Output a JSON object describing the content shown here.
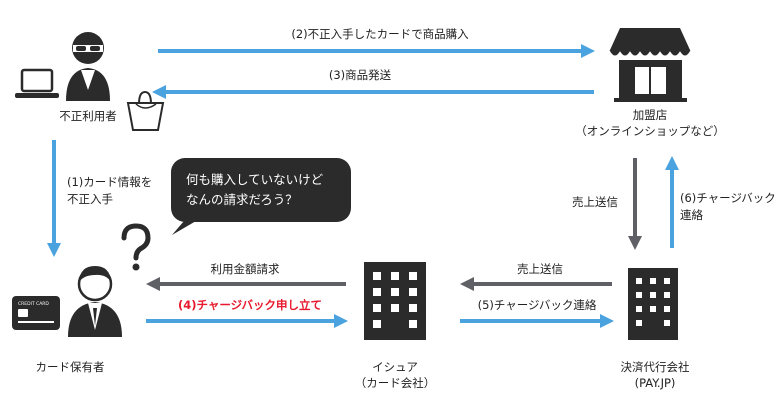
{
  "colors": {
    "blue": "#4aa3df",
    "gray": "#5f5f66",
    "red": "#e8192c",
    "dark": "#2b2b2b"
  },
  "icons": [
    "laptop-icon",
    "thief-icon",
    "shopping-bag-icon",
    "shop-icon",
    "question-mark-icon",
    "credit-card-icon",
    "cardholder-icon",
    "building-icon",
    "office-icon"
  ],
  "actors": {
    "fraudster": "不正利用者",
    "merchant": [
      "加盟店",
      "（オンラインショップなど）"
    ],
    "cardholder": "カード保有者",
    "issuer": [
      "イシュア",
      "（カード会社）"
    ],
    "processor": [
      "決済代行会社",
      "(PAY.JP)"
    ]
  },
  "card_text": "CREDIT CARD",
  "bubble": [
    "何も購入していないけど",
    "なんの請求だろう？"
  ],
  "flows": {
    "f2": "(2)不正入手したカードで商品購入",
    "f3": "(3)商品発送",
    "f1": [
      "(1)カード情報を",
      "不正入手"
    ],
    "sales_down": "売上送信",
    "f6": [
      "(6)チャージバック",
      "連絡"
    ],
    "billing": "利用金額請求",
    "f4": "(4)チャージバック申し立て",
    "sales_left": "売上送信",
    "f5": "(5)チャージバック連絡"
  }
}
